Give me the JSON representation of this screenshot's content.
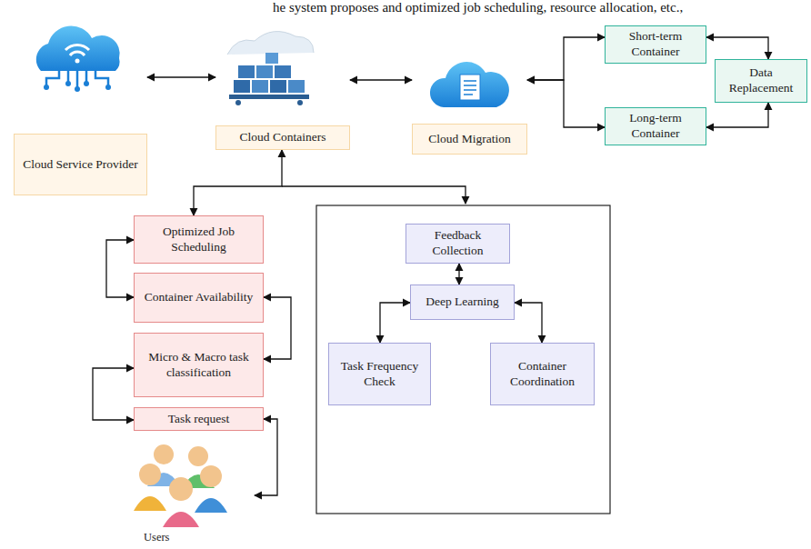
{
  "diagram": {
    "nodes": [
      {
        "text": [
          "Cloud Service Provider"
        ]
      },
      {
        "text": [
          "Cloud Containers"
        ]
      },
      {
        "text": [
          "Cloud Migration"
        ]
      },
      {
        "text": [
          "Short-term Container"
        ]
      },
      {
        "text": [
          "Long-term Container"
        ]
      },
      {
        "text": [
          "Data Replacement"
        ]
      },
      {
        "text": [
          "Optimized Job Scheduling"
        ]
      },
      {
        "text": [
          "Container Availability"
        ]
      },
      {
        "text": [
          "Micro & Macro task classification"
        ]
      },
      {
        "text": [
          "Task request"
        ]
      },
      {
        "text": [
          "Users"
        ]
      },
      {
        "text": [
          "Feedback Collection"
        ]
      },
      {
        "text": [
          "Deep Learning"
        ]
      },
      {
        "text": [
          "Task Frequency Check"
        ]
      },
      {
        "text": [
          "Container Coordination"
        ]
      }
    ],
    "edges": [
      {
        "from": 0,
        "to": 1,
        "arrow": "both"
      },
      {
        "from": 1,
        "to": 2,
        "arrow": "both"
      },
      {
        "from": 2,
        "to": 3,
        "arrow": "both"
      },
      {
        "from": 2,
        "to": 4,
        "arrow": "both"
      },
      {
        "from": 3,
        "to": 5,
        "arrow": "both"
      },
      {
        "from": 4,
        "to": 5,
        "arrow": "both"
      },
      {
        "from": 1,
        "to": 6,
        "arrow": "both"
      },
      {
        "from": 6,
        "to": 7,
        "arrow": "both"
      },
      {
        "from": 7,
        "to": 8,
        "arrow": "both"
      },
      {
        "from": 8,
        "to": 9,
        "arrow": "both"
      },
      {
        "from": 9,
        "to": 10,
        "arrow": "both"
      },
      {
        "from": 11,
        "to": 12,
        "arrow": "both"
      },
      {
        "from": 12,
        "to": 13,
        "arrow": "both"
      },
      {
        "from": 12,
        "to": 14,
        "arrow": "both"
      }
    ],
    "labels": [
      "he system proposes and optimized job scheduling, resource allocation, etc.,"
    ]
  }
}
